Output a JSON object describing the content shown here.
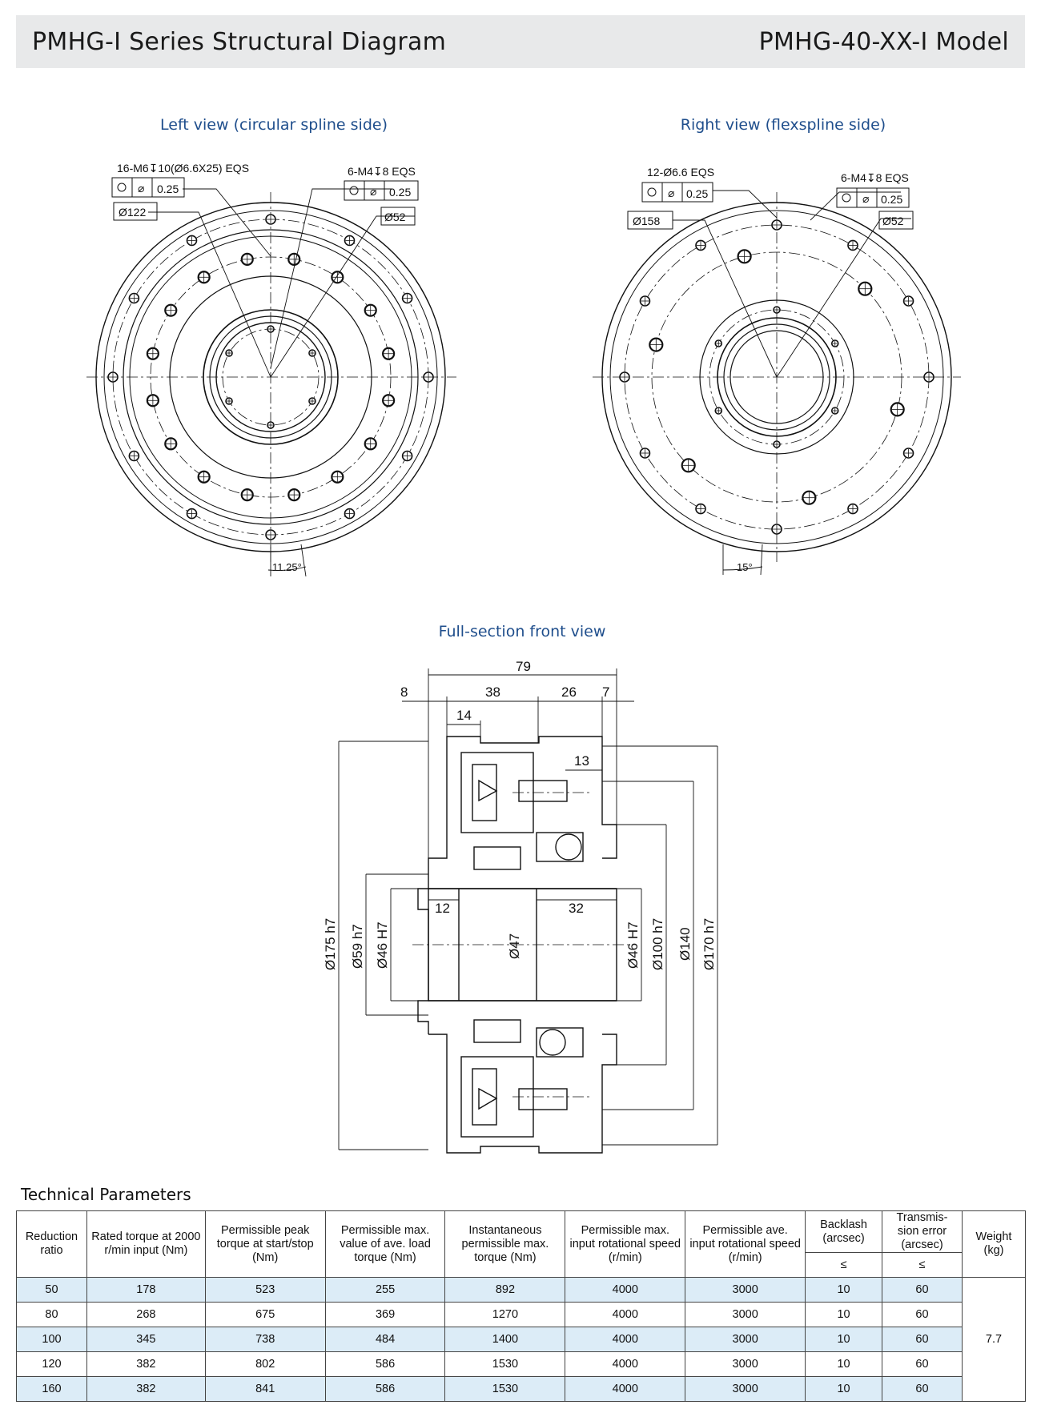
{
  "header": {
    "title": "PMHG-I Series Structural Diagram",
    "model": "PMHG-40-XX-I Model"
  },
  "views": {
    "left": {
      "title": "Left view (circular spline side)",
      "callout_holes": "16-M6↧10(Ø6.6X25) EQS",
      "callout_tapped": "6-M4↧8 EQS",
      "position_tol": "0.25",
      "diameter_outer": "Ø122",
      "diameter_inner": "Ø52",
      "angle": "11.25°"
    },
    "right": {
      "title": "Right view (flexspline side)",
      "callout_holes": "12-Ø6.6 EQS",
      "callout_tapped": "6-M4↧8 EQS",
      "position_tol": "0.25",
      "diameter_outer": "Ø158",
      "diameter_inner": "Ø52",
      "angle": "15°"
    },
    "section": {
      "title": "Full-section front view",
      "dim_total": "79",
      "dim_8": "8",
      "dim_38": "38",
      "dim_26": "26",
      "dim_7": "7",
      "dim_14": "14",
      "dim_13": "13",
      "dim_12": "12",
      "dim_32": "32",
      "dia_175": "Ø175 h7",
      "dia_59": "Ø59 h7",
      "dia_46_left": "Ø46 H7",
      "dia_47": "Ø47",
      "dia_46_right": "Ø46 H7",
      "dia_100": "Ø100 h7",
      "dia_140": "Ø140",
      "dia_170": "Ø170 h7"
    }
  },
  "technical": {
    "title": "Technical Parameters",
    "headers": {
      "ratio": "Reduction ratio",
      "rated": "Rated torque at 2000 r/min input (Nm)",
      "peak": "Permissible peak torque at start/stop (Nm)",
      "avg": "Permissible max. value of ave. load torque (Nm)",
      "instant": "Instantaneous permissible max. torque (Nm)",
      "max_speed": "Permissible max. input rotational speed (r/min)",
      "ave_speed": "Permissible ave. input rotational speed (r/min)",
      "backlash": "Backlash (arcsec)",
      "transmission": "Transmis- sion error (arcsec)",
      "weight": "Weight (kg)",
      "backlash_sub": "≤",
      "transmission_sub": "≤"
    },
    "rows": [
      {
        "ratio": "50",
        "rated": "178",
        "peak": "523",
        "avg": "255",
        "instant": "892",
        "max_speed": "4000",
        "ave_speed": "3000",
        "backlash": "10",
        "transmission": "60"
      },
      {
        "ratio": "80",
        "rated": "268",
        "peak": "675",
        "avg": "369",
        "instant": "1270",
        "max_speed": "4000",
        "ave_speed": "3000",
        "backlash": "10",
        "transmission": "60"
      },
      {
        "ratio": "100",
        "rated": "345",
        "peak": "738",
        "avg": "484",
        "instant": "1400",
        "max_speed": "4000",
        "ave_speed": "3000",
        "backlash": "10",
        "transmission": "60"
      },
      {
        "ratio": "120",
        "rated": "382",
        "peak": "802",
        "avg": "586",
        "instant": "1530",
        "max_speed": "4000",
        "ave_speed": "3000",
        "backlash": "10",
        "transmission": "60"
      },
      {
        "ratio": "160",
        "rated": "382",
        "peak": "841",
        "avg": "586",
        "instant": "1530",
        "max_speed": "4000",
        "ave_speed": "3000",
        "backlash": "10",
        "transmission": "60"
      }
    ],
    "weight": "7.7"
  }
}
